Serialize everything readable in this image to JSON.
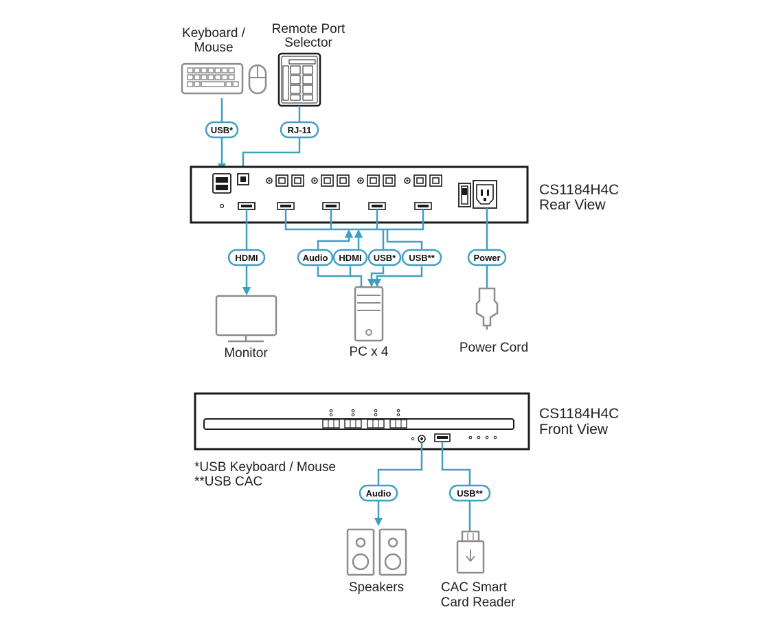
{
  "colors": {
    "wire": "#3f9fc1",
    "device_outline": "#1a1a1a",
    "peripheral_icon": "#8c8c8c"
  },
  "rear_device": {
    "title_line1": "CS1184H4C",
    "title_line2": "Rear View"
  },
  "front_device": {
    "title_line1": "CS1184H4C",
    "title_line2": "Front View"
  },
  "peripherals": {
    "keyboard_mouse": {
      "line1": "Keyboard /",
      "line2": "Mouse"
    },
    "remote_selector": {
      "line1": "Remote Port",
      "line2": "Selector"
    },
    "monitor": {
      "label": "Monitor"
    },
    "pc": {
      "label": "PC x 4"
    },
    "power_cord": {
      "label": "Power Cord"
    },
    "speakers": {
      "label": "Speakers"
    },
    "cac_reader": {
      "line1": "CAC Smart",
      "line2": "Card Reader"
    }
  },
  "cables": {
    "kbm_usb": "USB*",
    "remote_rj11": "RJ-11",
    "monitor_hdmi": "HDMI",
    "pc_audio": "Audio",
    "pc_hdmi": "HDMI",
    "pc_usb": "USB*",
    "pc_usb_cac": "USB**",
    "power": "Power",
    "speaker_audio": "Audio",
    "cac_usb": "USB**"
  },
  "notes": {
    "note1": "*USB Keyboard / Mouse",
    "note2": "**USB CAC"
  }
}
